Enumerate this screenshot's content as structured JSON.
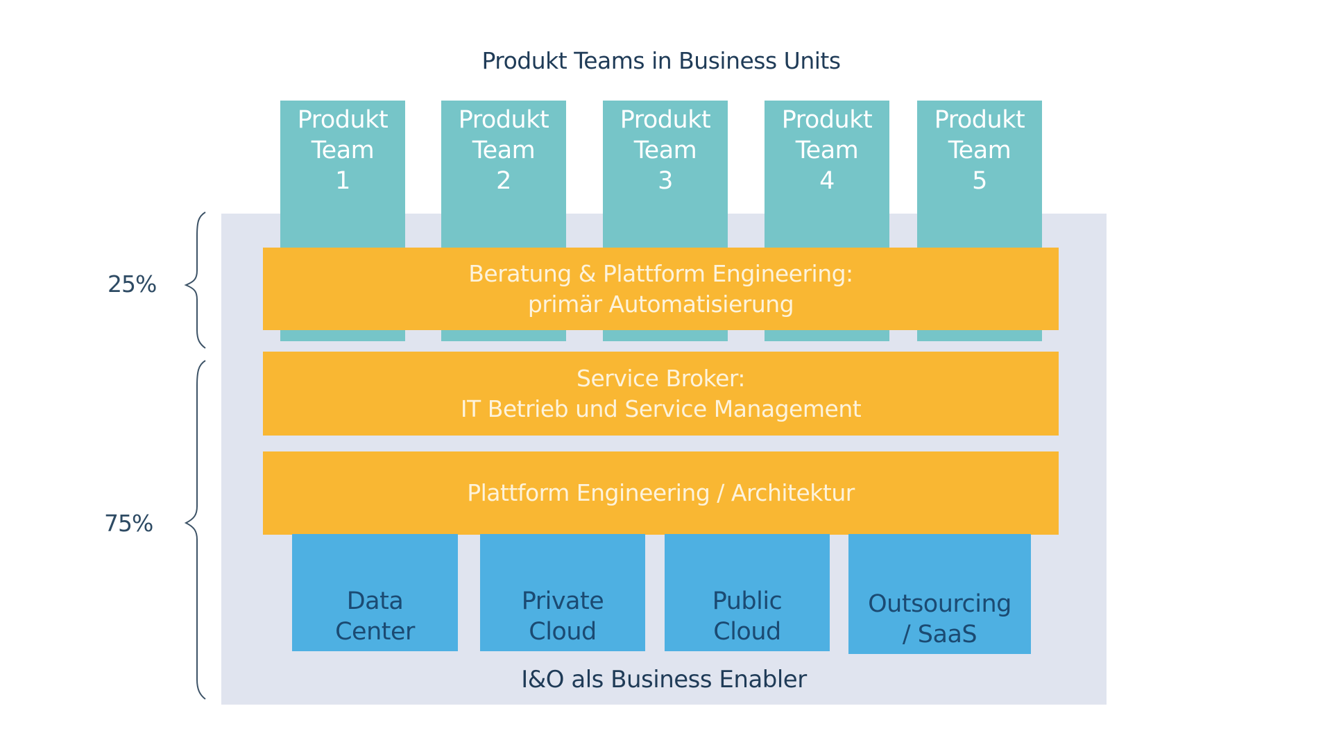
{
  "title": "Produkt Teams in Business Units",
  "teams": [
    {
      "line1": "Produkt",
      "line2": "Team",
      "line3": "1"
    },
    {
      "line1": "Produkt",
      "line2": "Team",
      "line3": "2"
    },
    {
      "line1": "Produkt",
      "line2": "Team",
      "line3": "3"
    },
    {
      "line1": "Produkt",
      "line2": "Team",
      "line3": "4"
    },
    {
      "line1": "Produkt",
      "line2": "Team",
      "line3": "5"
    }
  ],
  "layers": [
    {
      "line1": "Beratung & Plattform Engineering:",
      "line2": "primär Automatisierung"
    },
    {
      "line1": "Service Broker:",
      "line2": "IT Betrieb und Service Management"
    },
    {
      "line1": "Plattform Engineering / Architektur"
    }
  ],
  "infrastructure": [
    {
      "line1": "Data",
      "line2": "Center"
    },
    {
      "line1": "Private",
      "line2": "Cloud"
    },
    {
      "line1": "Public",
      "line2": "Cloud"
    },
    {
      "line1": "Outsourcing",
      "line2": "/ SaaS"
    }
  ],
  "footer": "I&O als Business Enabler",
  "shares": [
    {
      "label": "25%",
      "scope": "Beratung & Plattform Engineering"
    },
    {
      "label": "75%",
      "scope": "Service Broker, Plattform Engineering, Infrastruktur"
    }
  ],
  "colors": {
    "team": "#76c5c8",
    "layer": "#f9b733",
    "infra": "#4eb0e2",
    "panel": "#e0e4ef",
    "text_dark": "#1f3b57"
  }
}
